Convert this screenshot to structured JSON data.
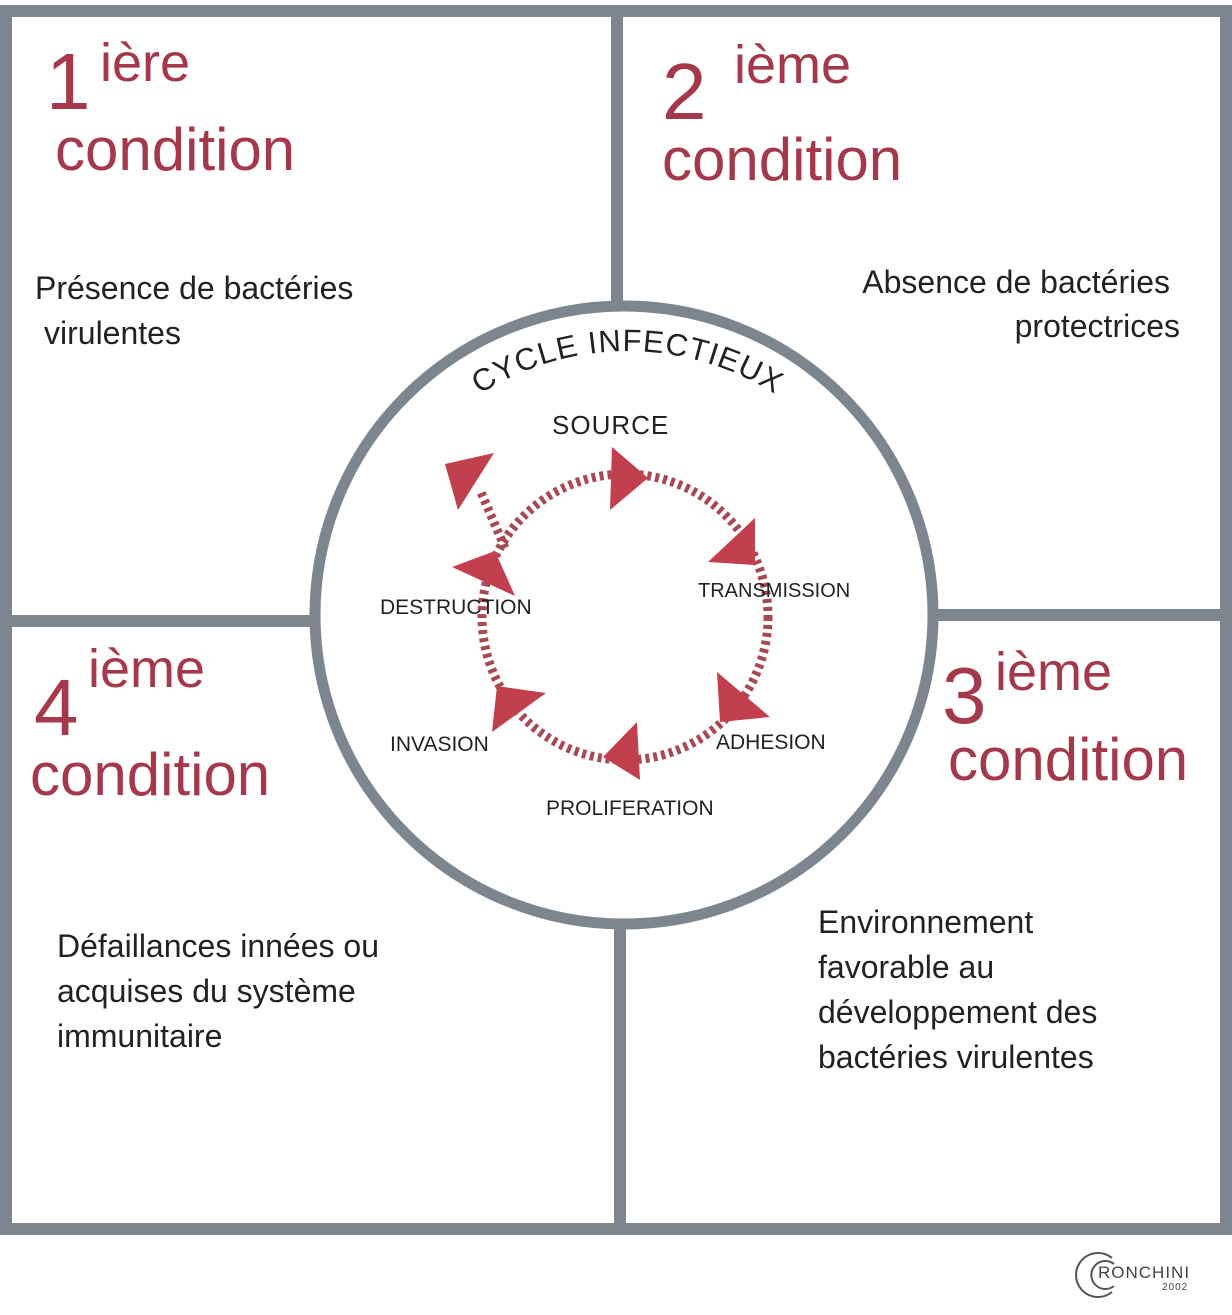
{
  "conditions": [
    {
      "number": "1",
      "suffix": "ière",
      "word": "condition",
      "lines": [
        "Présence de bactéries",
        "virulentes"
      ]
    },
    {
      "number": "2",
      "suffix": "ième",
      "word": "condition",
      "lines": [
        "Absence de bactéries",
        "protectrices"
      ]
    },
    {
      "number": "3",
      "suffix": "ième",
      "word": "condition",
      "lines": [
        "Environnement",
        "favorable au",
        "développement des",
        "bactéries virulentes"
      ]
    },
    {
      "number": "4",
      "suffix": "ième",
      "word": "condition",
      "lines": [
        "Défaillances innées ou",
        "acquises  du système",
        "immunitaire"
      ]
    }
  ],
  "cycle": {
    "title": "CYCLE INFECTIEUX",
    "stages": [
      "SOURCE",
      "TRANSMISSION",
      "ADHESION",
      "PROLIFERATION",
      "INVASION",
      "DESTRUCTION"
    ]
  },
  "logo": {
    "name": "RONCHINI",
    "year": "2002"
  },
  "colors": {
    "frame": "#7d868e",
    "title": "#a3394a",
    "arrow": "#c23f4d",
    "dash": "#a84a55"
  }
}
